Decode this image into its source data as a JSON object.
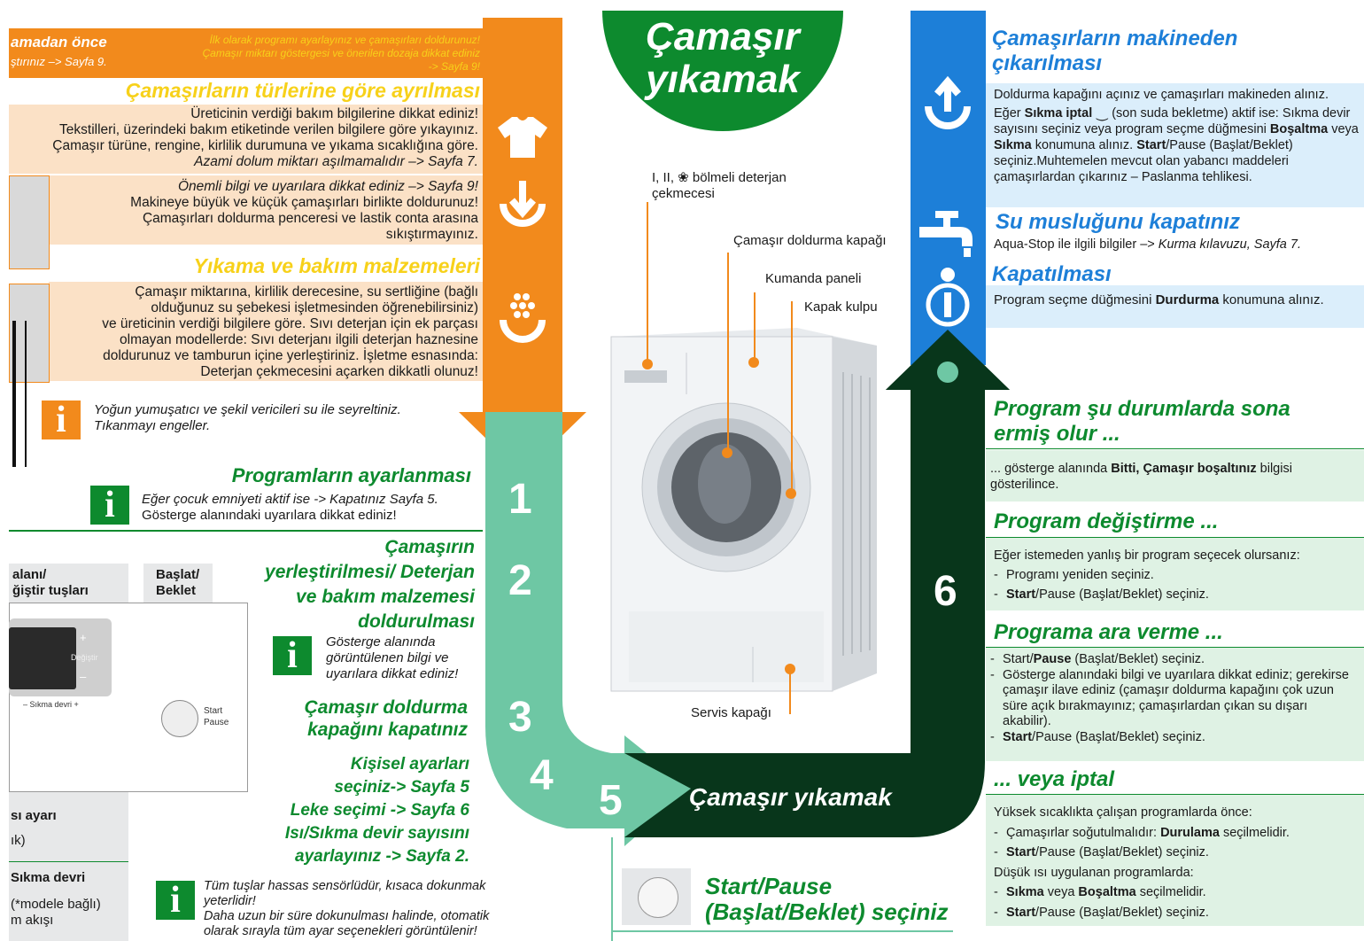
{
  "colors": {
    "orange": "#f28a1c",
    "yellow": "#f7d11a",
    "teal": "#6ec7a4",
    "green": "#0d8a2e",
    "darkgreen": "#08361b",
    "blue": "#1d7fd8",
    "lightblue": "#dbeefb",
    "lightgreen": "#dff2e4"
  },
  "top": {
    "title1": "amadan önce",
    "sub1": "ştırınız –> Sayfa 9.",
    "italic_line1": "İlk olarak programı ayarlayınız ve çamaşırları doldurunuz!",
    "italic_line2": "Çamaşır miktarı göstergesi ve önerilen dozaja dikkat ediniz",
    "italic_line3": "-> Sayfa 9!"
  },
  "sorting": {
    "title": "Çamaşırların türlerine göre ayrılması",
    "line1": "Üreticinin verdiği bakım bilgilerine dikkat ediniz!",
    "line2": "Tekstilleri, üzerindeki bakım etiketinde verilen bilgilere göre yıkayınız.",
    "line3": "Çamaşır türüne, rengine, kirlilik durumuna ve yıkama sıcaklığına göre.",
    "line4": "Azami dolum miktarı aşılmamalıdır –> Sayfa 7."
  },
  "loading": {
    "line1": "Önemli bilgi ve uyarılara dikkat ediniz –> Sayfa 9!",
    "line2": "Makineye büyük ve küçük çamaşırları birlikte doldurunuz!",
    "line3": "Çamaşırları doldurma penceresi ve lastik conta arasına",
    "line4": "sıkıştırmayınız."
  },
  "detergent": {
    "title": "Yıkama ve bakım malzemeleri",
    "line1": "Çamaşır miktarına, kirlilik derecesine, su sertliğine (bağlı",
    "line2": "olduğunuz su şebekesi işletmesinden öğrenebilirsiniz)",
    "line3": "ve üreticinin verdiği bilgilere göre. Sıvı deterjan için ek parçası",
    "line4": "olmayan modellerde: Sıvı deterjanı ilgili deterjan haznesine",
    "line5": "doldurunuz ve tamburun içine yerleştiriniz. İşletme esnasında:",
    "line6": "Deterjan çekmecesini açarken dikkatli olunuz!"
  },
  "info1": {
    "line1": "Yoğun yumuşatıcı ve şekil vericileri su ile seyreltiniz.",
    "line2": "Tıkanmayı engeller."
  },
  "info_symbol": "i",
  "programs": {
    "title": "Programların ayarlanması",
    "line1": "Eğer çocuk emniyeti aktif ise -> Kapatınız Sayfa 5.",
    "line2": "Gösterge alanındaki uyarılara dikkat ediniz!"
  },
  "panel": {
    "col1_line1": "alanı/",
    "col1_line2": "ğiştir tuşları",
    "col2_line1": "Başlat/",
    "col2_line2": "Beklet",
    "plus": "+",
    "minus": "–",
    "change": "Değiştir",
    "spin": "–  Sıkma devri  +",
    "start1": "Start",
    "start2": "Pause",
    "bottom1": "sı ayarı",
    "bottom2": "ık)",
    "bottom3": "Sıkma devri",
    "bottom4": "(*modele bağlı)",
    "bottom5": "m akışı"
  },
  "step2": {
    "line1": "Çamaşırın",
    "line2": "yerleştirilmesi/ Deterjan",
    "line3": "ve bakım malzemesi",
    "line4": "doldurulması",
    "info1": "Gösterge alanında",
    "info2": "görüntülenen bilgi ve",
    "info3": "uyarılara dikkat ediniz!"
  },
  "step3": {
    "line1": "Çamaşır doldurma",
    "line2": "kapağını kapatınız"
  },
  "step4": {
    "line1": "Kişisel ayarları",
    "line2": "seçiniz-> Sayfa 5",
    "line3": "Leke seçimi -> Sayfa 6",
    "line4": "Isı/Sıkma devir sayısını",
    "line5": "ayarlayınız -> Sayfa 2."
  },
  "info3": {
    "line1": "Tüm tuşlar hassas sensörlüdür, kısaca dokunmak",
    "line2": "yeterlidir!",
    "line3": "Daha uzun bir süre dokunulması halinde, otomatik",
    "line4": "olarak sırayla tüm ayar seçenekleri görüntülenir!"
  },
  "steps": {
    "n1": "1",
    "n2": "2",
    "n3": "3",
    "n4": "4",
    "n5": "5",
    "n6": "6"
  },
  "center": {
    "title1": "Çamaşır",
    "title2": "yıkamak",
    "label_drawer1": "I, II, ❀ bölmeli deterjan",
    "label_drawer2": "çekmecesi",
    "label_door": "Çamaşır doldurma kapağı",
    "label_panel": "Kumanda paneli",
    "label_handle": "Kapak kulpu",
    "label_service": "Servis kapağı",
    "arrow_text": "Çamaşır yıkamak",
    "start_line1": "Start/Pause",
    "start_line2": "(Başlat/Beklet) seçiniz"
  },
  "right": {
    "remove_title1": "Çamaşırların makineden",
    "remove_title2": "çıkarılması",
    "remove_text1": "Doldurma kapağını açınız ve çamaşırları makineden alınız.",
    "remove_text2a": "Eğer ",
    "remove_text2b": "Sıkma iptal",
    "remove_text2c": " ⏝ (son suda bekletme) aktif ise: Sıkma devir sayısını seçiniz veya program seçme düğmesini ",
    "remove_text2d": "Boşaltma",
    "remove_text2e": " veya ",
    "remove_text2f": "Sıkma",
    "remove_text2g": " konumuna alınız. ",
    "remove_text2h": "Start",
    "remove_text2i": "/Pause (Başlat/Beklet) seçiniz.Muhtemelen mevcut olan yabancı maddeleri çamaşırlardan çıkarınız – Paslanma tehlikesi.",
    "tap_title": "Su musluğunu kapatınız",
    "tap_text1": "Aqua-Stop ile ilgili bilgiler –> ",
    "tap_text2": "Kurma kılavuzu, Sayfa 7.",
    "off_title": "Kapatılması",
    "off_text1": "Program seçme düğmesini ",
    "off_text2": "Durdurma",
    "off_text3": " konumuna alınız.",
    "end_title1": "Program şu durumlarda sona",
    "end_title2": "ermiş olur ...",
    "end_text1": "... gösterge alanında ",
    "end_text2": "Bitti, Çamaşır boşaltınız",
    "end_text3": " bilgisi gösterilince.",
    "change_title": "Program değiştirme ...",
    "change_text": "Eğer istemeden yanlış bir program seçecek olursanız:",
    "change_b1": "Programı yeniden seçiniz.",
    "change_b2a": "Start",
    "change_b2b": "/Pause (Başlat/Beklet) seçiniz.",
    "pause_title": "Programa ara verme ...",
    "pause_b1a": "Start/",
    "pause_b1b": "Pause",
    "pause_b1c": " (Başlat/Beklet) seçiniz.",
    "pause_b2": "Gösterge alanındaki bilgi ve uyarılara dikkat ediniz; gerekirse çamaşır ilave ediniz (çamaşır doldurma kapağını çok uzun süre açık bırakmayınız; çamaşırlardan çıkan su dışarı akabilir).",
    "pause_b3a": "Start",
    "pause_b3b": "/Pause (Başlat/Beklet) seçiniz.",
    "cancel_title": "... veya iptal",
    "cancel_text1": "Yüksek sıcaklıkta çalışan programlarda önce:",
    "cancel_b1a": "Çamaşırlar soğutulmalıdır: ",
    "cancel_b1b": "Durulama",
    "cancel_b1c": " seçilmelidir.",
    "cancel_b2a": "Start",
    "cancel_b2b": "/Pause (Başlat/Beklet) seçiniz.",
    "cancel_text2": "Düşük ısı uygulanan programlarda:",
    "cancel_b3a": "Sıkma",
    "cancel_b3b": " veya ",
    "cancel_b3c": "Boşaltma",
    "cancel_b3d": " seçilmelidir.",
    "cancel_b4a": "Start",
    "cancel_b4b": "/Pause (Başlat/Beklet) seçiniz."
  }
}
